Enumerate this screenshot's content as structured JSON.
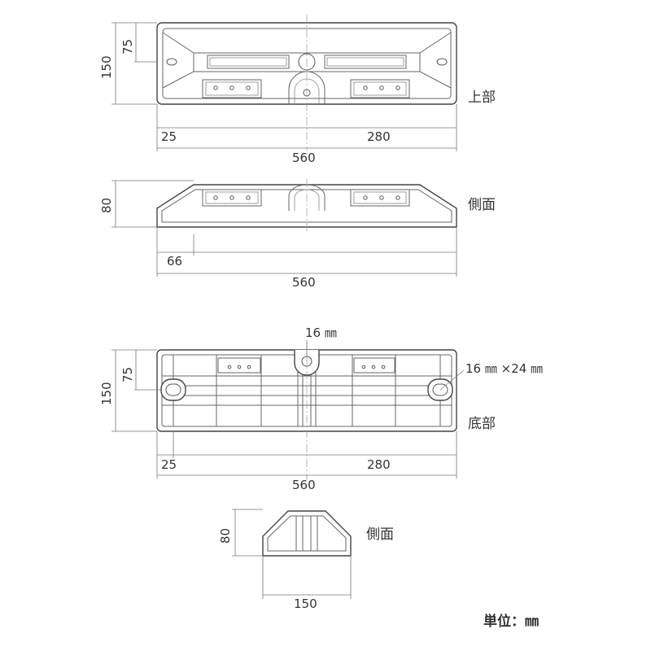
{
  "views": {
    "top": {
      "label": "上部",
      "dims": {
        "height": "150",
        "half_height": "75",
        "left_offset": "25",
        "right_span": "280",
        "length": "560"
      }
    },
    "side": {
      "label": "側面",
      "dims": {
        "height": "80",
        "slope": "66",
        "length": "560"
      }
    },
    "bottom": {
      "label": "底部",
      "hole_note": "16 ㎜",
      "slot_note": "16 ㎜ ×24 ㎜",
      "dims": {
        "height": "150",
        "half_height": "75",
        "left_offset": "25",
        "right_span": "280",
        "length": "560"
      }
    },
    "end": {
      "label": "側面",
      "dims": {
        "height": "80",
        "width": "150"
      }
    }
  },
  "unit_label": "単位：㎜",
  "colors": {
    "line": "#444444",
    "dimension": "#777777",
    "text": "#333333"
  }
}
